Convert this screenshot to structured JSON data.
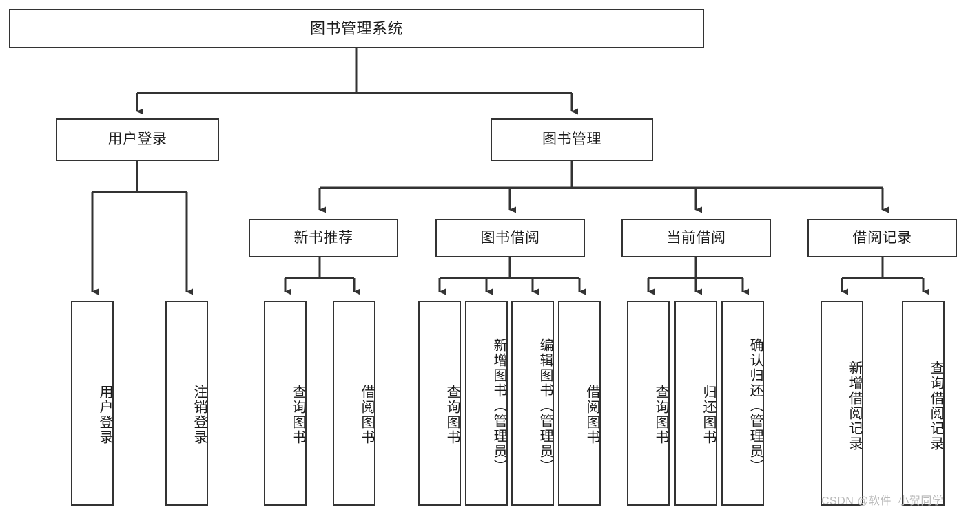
{
  "diagram": {
    "title": "图书管理系统",
    "type": "tree",
    "orientation": "top-down",
    "colors": {
      "box_border": "#333333",
      "box_fill": "#ffffff",
      "edge": "#333333",
      "text": "#1b1b1b",
      "watermark": "#b9b9b9",
      "background": "#ffffff"
    },
    "root": {
      "label": "图书管理系统"
    },
    "level2": [
      {
        "id": "user-login",
        "label": "用户登录"
      },
      {
        "id": "book-manage",
        "label": "图书管理"
      }
    ],
    "level3": [
      {
        "id": "new-book-recommend",
        "label": "新书推荐",
        "parent": "book-manage"
      },
      {
        "id": "book-borrow",
        "label": "图书借阅",
        "parent": "book-manage"
      },
      {
        "id": "current-borrow",
        "label": "当前借阅",
        "parent": "book-manage"
      },
      {
        "id": "borrow-record",
        "label": "借阅记录",
        "parent": "book-manage"
      }
    ],
    "leaves": [
      {
        "id": "leaf-user-login",
        "label": "用户登录",
        "parent": "user-login"
      },
      {
        "id": "leaf-logout",
        "label": "注销登录",
        "parent": "user-login"
      },
      {
        "id": "leaf-query-book-1",
        "label": "查询图书",
        "parent": "new-book-recommend"
      },
      {
        "id": "leaf-borrow-book-1",
        "label": "借阅图书",
        "parent": "new-book-recommend"
      },
      {
        "id": "leaf-query-book-2",
        "label": "查询图书",
        "parent": "book-borrow"
      },
      {
        "id": "leaf-add-book",
        "label": "新增图书（管理员）",
        "parent": "book-borrow"
      },
      {
        "id": "leaf-edit-book",
        "label": "编辑图书（管理员）",
        "parent": "book-borrow"
      },
      {
        "id": "leaf-borrow-book-2",
        "label": "借阅图书",
        "parent": "book-borrow"
      },
      {
        "id": "leaf-query-book-3",
        "label": "查询图书",
        "parent": "current-borrow"
      },
      {
        "id": "leaf-return-book",
        "label": "归还图书",
        "parent": "current-borrow"
      },
      {
        "id": "leaf-confirm-return",
        "label": "确认归还（管理员）",
        "parent": "current-borrow"
      },
      {
        "id": "leaf-add-record",
        "label": "新增借阅记录",
        "parent": "borrow-record"
      },
      {
        "id": "leaf-query-record",
        "label": "查询借阅记录",
        "parent": "borrow-record"
      }
    ],
    "watermark": "CSDN @软件_小贺同学"
  }
}
